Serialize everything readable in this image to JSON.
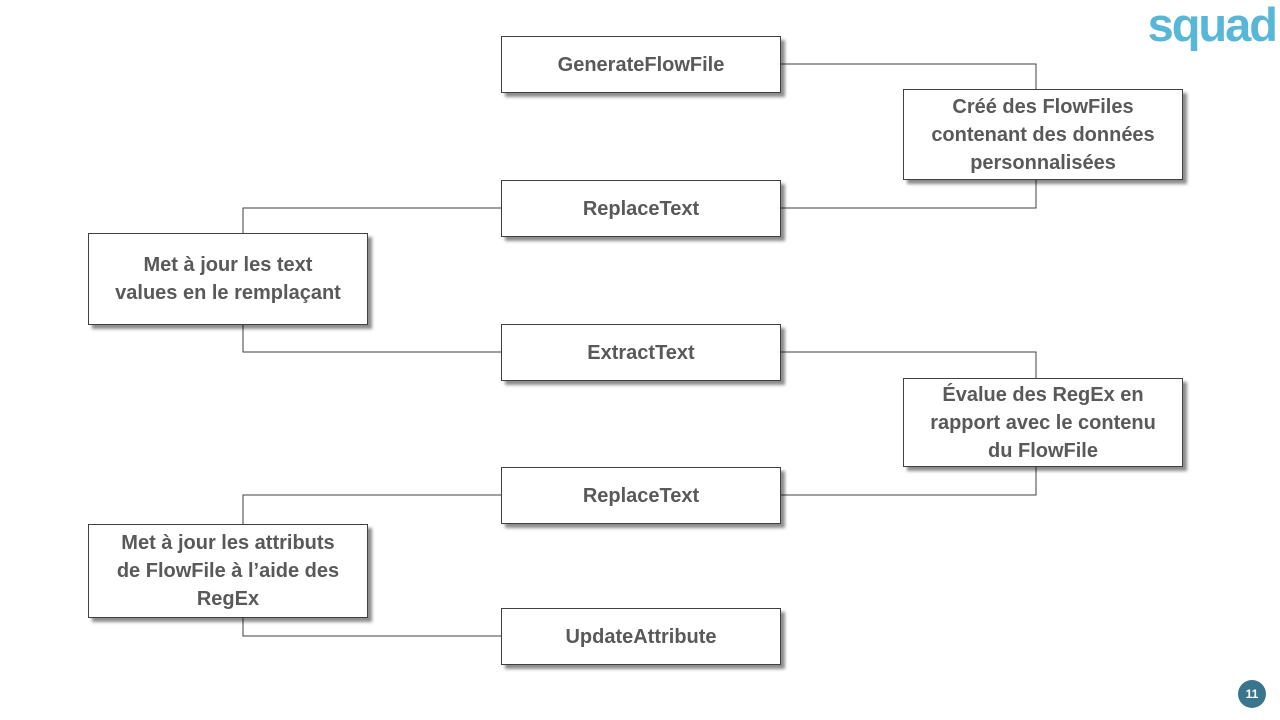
{
  "logo": {
    "text": "squad"
  },
  "page": {
    "number": "11"
  },
  "colors": {
    "logo": "#58b6d7",
    "badge": "#39758d",
    "connector": "#404040",
    "box_border": "#404040",
    "box_text": "#595959"
  },
  "diagram": {
    "processors": [
      {
        "label": "GenerateFlowFile"
      },
      {
        "label": "ReplaceText"
      },
      {
        "label": "ExtractText"
      },
      {
        "label": "ReplaceText"
      },
      {
        "label": "UpdateAttribute"
      }
    ],
    "annotations": [
      {
        "side": "right",
        "label": "Créé des FlowFiles\ncontenant des données\npersonnalisées"
      },
      {
        "side": "left",
        "label": "Met à jour les text\nvalues en le remplaçant"
      },
      {
        "side": "right",
        "label": "Évalue des RegEx en\nrapport avec le contenu\ndu FlowFile"
      },
      {
        "side": "left",
        "label": "Met à jour les attributs\nde FlowFile à l’aide des\nRegEx"
      }
    ]
  }
}
